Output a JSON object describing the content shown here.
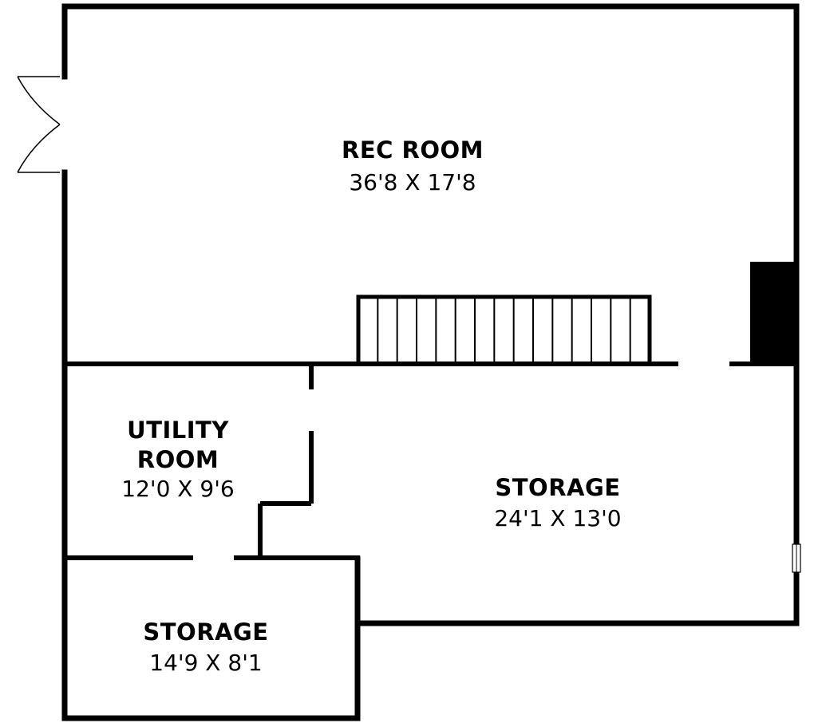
{
  "rooms": {
    "rec_room": {
      "name": "REC ROOM",
      "dims": "36'8 X 17'8"
    },
    "utility": {
      "name_line1": "UTILITY",
      "name_line2": "ROOM",
      "dims": "12'0 X 9'6"
    },
    "storage_main": {
      "name": "STORAGE",
      "dims": "24'1 X 13'0"
    },
    "storage_small": {
      "name": "STORAGE",
      "dims": "14'9 X 8'1"
    }
  },
  "colors": {
    "wall": "#000000",
    "background": "#ffffff"
  },
  "icons": [
    "double-door-icon",
    "stairs-icon",
    "window-icon",
    "chimney-icon"
  ]
}
